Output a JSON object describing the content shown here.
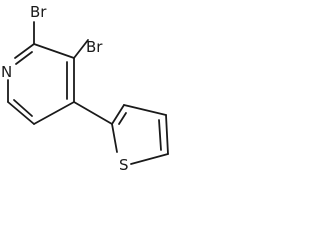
{
  "molecule": {
    "atoms": {
      "br2": "Br",
      "br3": "Br",
      "n1": "N",
      "s1": "S"
    }
  }
}
